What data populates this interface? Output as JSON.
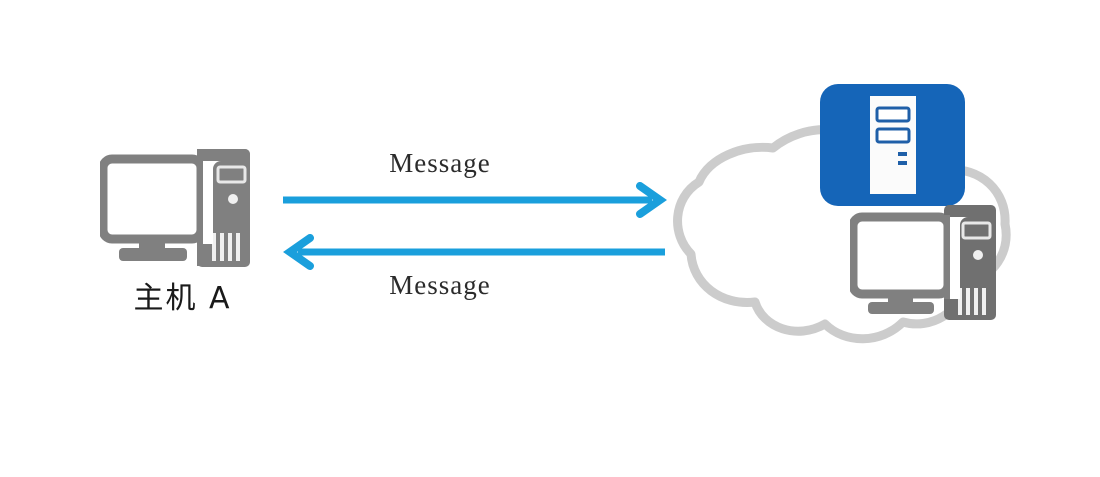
{
  "diagram": {
    "title": "Host A message exchange with network cloud",
    "background_color": "#ffffff",
    "nodes": {
      "host_a": {
        "label": "主机 A",
        "icon": "desktop-computer-icon",
        "color": "#808080"
      },
      "cloud": {
        "icon": "network-cloud-icon",
        "outline_color": "#cccccc",
        "fill_color": "#ffffff"
      },
      "server": {
        "icon": "server-tile-icon",
        "tile_color": "#1565b8",
        "tower_color": "#ffffff"
      },
      "cloud_host": {
        "icon": "desktop-computer-icon",
        "color": "#808080"
      }
    },
    "arrows": [
      {
        "name": "message-arrow-outbound",
        "label": "Message",
        "direction": "right",
        "color": "#1a9fdc"
      },
      {
        "name": "message-arrow-inbound",
        "label": "Message",
        "direction": "left",
        "color": "#1a9fdc"
      }
    ]
  }
}
